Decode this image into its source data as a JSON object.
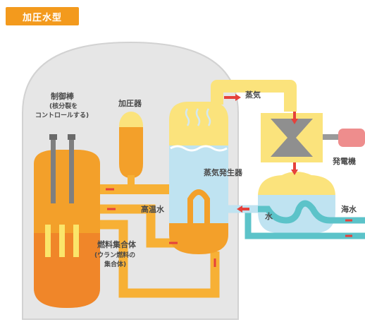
{
  "header": {
    "title": "加圧水型"
  },
  "labels": {
    "control_rod": "制御棒",
    "control_rod_note_1": "(核分裂を",
    "control_rod_note_2": "コントロールする)",
    "pressurizer": "加圧器",
    "steam": "蒸気",
    "steam_generator": "蒸気発生器",
    "generator": "発電機",
    "hot_water": "高温水",
    "water": "水",
    "seawater": "海水",
    "fuel_assembly": "燃料集合体",
    "fuel_note_1": "(ウラン燃料の",
    "fuel_note_2": "集合体)"
  },
  "colors": {
    "badge": "#f39a1d",
    "containment": "#e6e6e6",
    "reactor": "#f3a02a",
    "pipe": "#f7b035",
    "steam": "#f8e27a",
    "water": "#bfe3f1",
    "seawater": "#5cc3c9",
    "arrow": "#e5413b"
  }
}
